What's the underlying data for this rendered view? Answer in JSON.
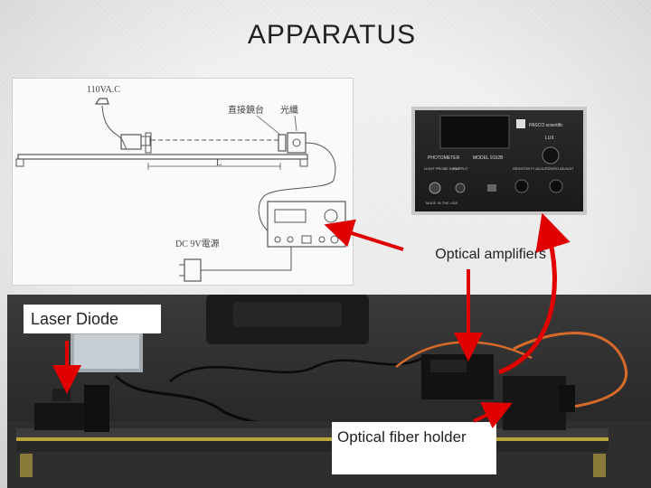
{
  "slide": {
    "title": "APPARATUS"
  },
  "schematic": {
    "power_label": "110VA.C",
    "dc_label": "DC 9V電源",
    "distance_label": "L",
    "detector_label_1": "直接鏡台",
    "detector_label_2": "光纖"
  },
  "panel": {
    "photometer_label": "PHOTOMETER",
    "model_label": "MODEL 9152B",
    "brand": "PASCO scientific",
    "lux_label": "LUX",
    "input_label": "LIGHT PROBE INPUT",
    "output_label": "OUTPUT",
    "sensitivity_label": "SENSITIVITY ADJUST",
    "zero_label": "ZERO ADJUST",
    "made_in": "MADE IN THE USA"
  },
  "labels": {
    "laser_diode": "Laser Diode",
    "optical_amplifiers": "Optical amplifiers",
    "optical_fiber_holder": "Optical fiber holder"
  },
  "colors": {
    "arrow": "#e00000",
    "label_bg": "#ffffff",
    "panel_bg": "#1f1f1f"
  }
}
